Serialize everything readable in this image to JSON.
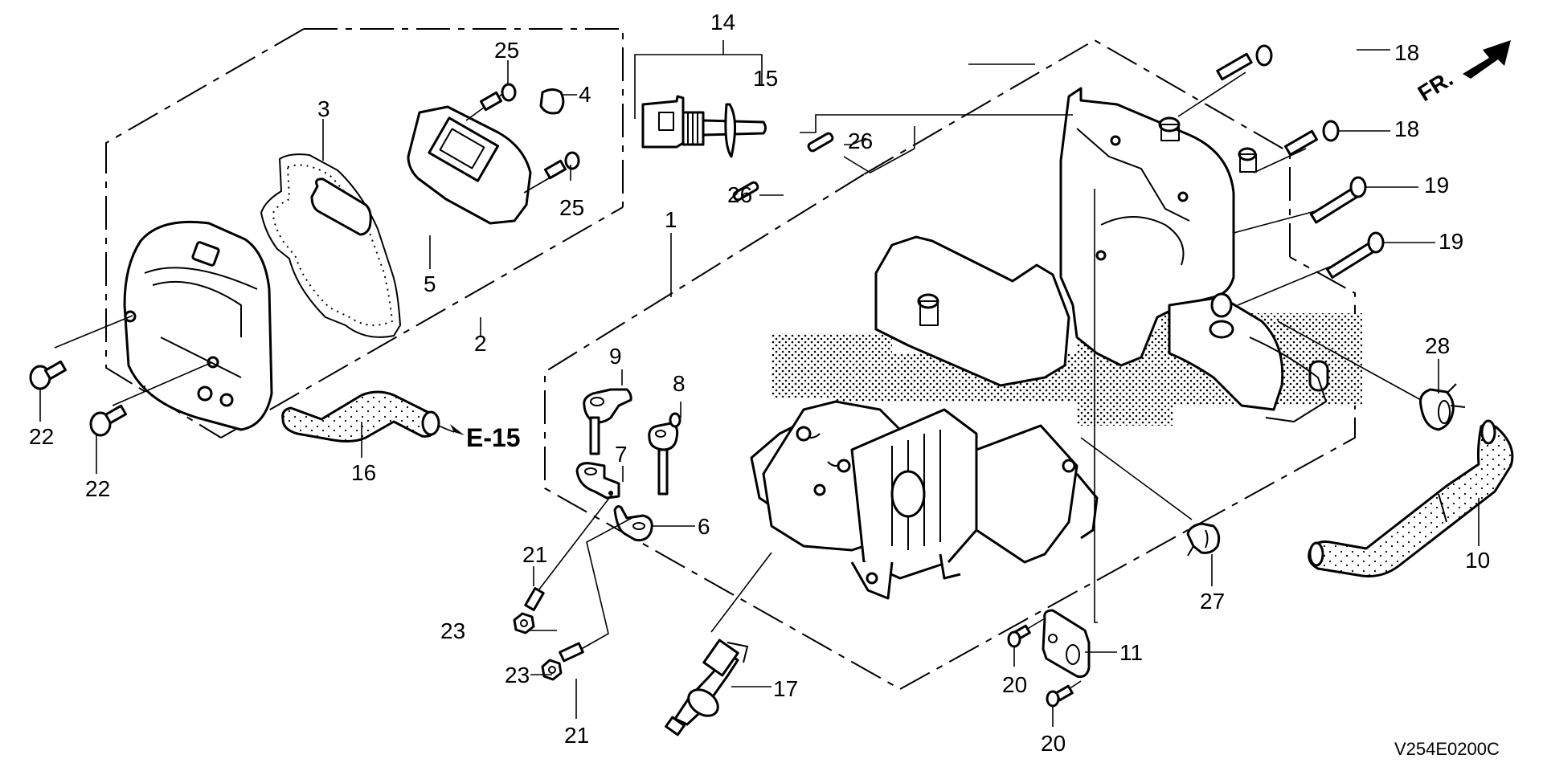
{
  "diagram": {
    "drawing_code": "V254E0200C",
    "front_indicator": "FR.",
    "cross_reference": "E-15",
    "callouts": {
      "c1": "1",
      "c2": "2",
      "c3": "3",
      "c4": "4",
      "c5": "5",
      "c6": "6",
      "c7": "7",
      "c8": "8",
      "c9": "9",
      "c10": "10",
      "c11": "11",
      "c14": "14",
      "c15": "15",
      "c16": "16",
      "c17": "17",
      "c18a": "18",
      "c18b": "18",
      "c19a": "19",
      "c19b": "19",
      "c20a": "20",
      "c20b": "20",
      "c21a": "21",
      "c21b": "21",
      "c22a": "22",
      "c22b": "22",
      "c23a": "23",
      "c23b": "23",
      "c25a": "25",
      "c25b": "25",
      "c26a": "26",
      "c26b": "26",
      "c27": "27",
      "c28": "28"
    },
    "parts": [
      {
        "ref": "1",
        "name": "cylinder-assembly"
      },
      {
        "ref": "2",
        "name": "head-cover-assembly"
      },
      {
        "ref": "3",
        "name": "head-cover-gasket"
      },
      {
        "ref": "4",
        "name": "grommet"
      },
      {
        "ref": "5",
        "name": "breather-element"
      },
      {
        "ref": "6",
        "name": "rocker-arm"
      },
      {
        "ref": "7",
        "name": "rocker-arm"
      },
      {
        "ref": "8",
        "name": "valve"
      },
      {
        "ref": "9",
        "name": "valve"
      },
      {
        "ref": "10",
        "name": "hose"
      },
      {
        "ref": "11",
        "name": "gasket-plate"
      },
      {
        "ref": "14",
        "name": "oil-filler-cap-assembly"
      },
      {
        "ref": "15",
        "name": "o-ring"
      },
      {
        "ref": "16",
        "name": "breather-tube"
      },
      {
        "ref": "17",
        "name": "spark-plug"
      },
      {
        "ref": "18",
        "name": "flange-bolt"
      },
      {
        "ref": "19",
        "name": "flange-bolt"
      },
      {
        "ref": "20",
        "name": "screw"
      },
      {
        "ref": "21",
        "name": "adjusting-screw"
      },
      {
        "ref": "22",
        "name": "bolt"
      },
      {
        "ref": "23",
        "name": "nut"
      },
      {
        "ref": "25",
        "name": "screw"
      },
      {
        "ref": "26",
        "name": "dowel-pin"
      },
      {
        "ref": "27",
        "name": "clip"
      },
      {
        "ref": "28",
        "name": "clamp"
      }
    ]
  }
}
